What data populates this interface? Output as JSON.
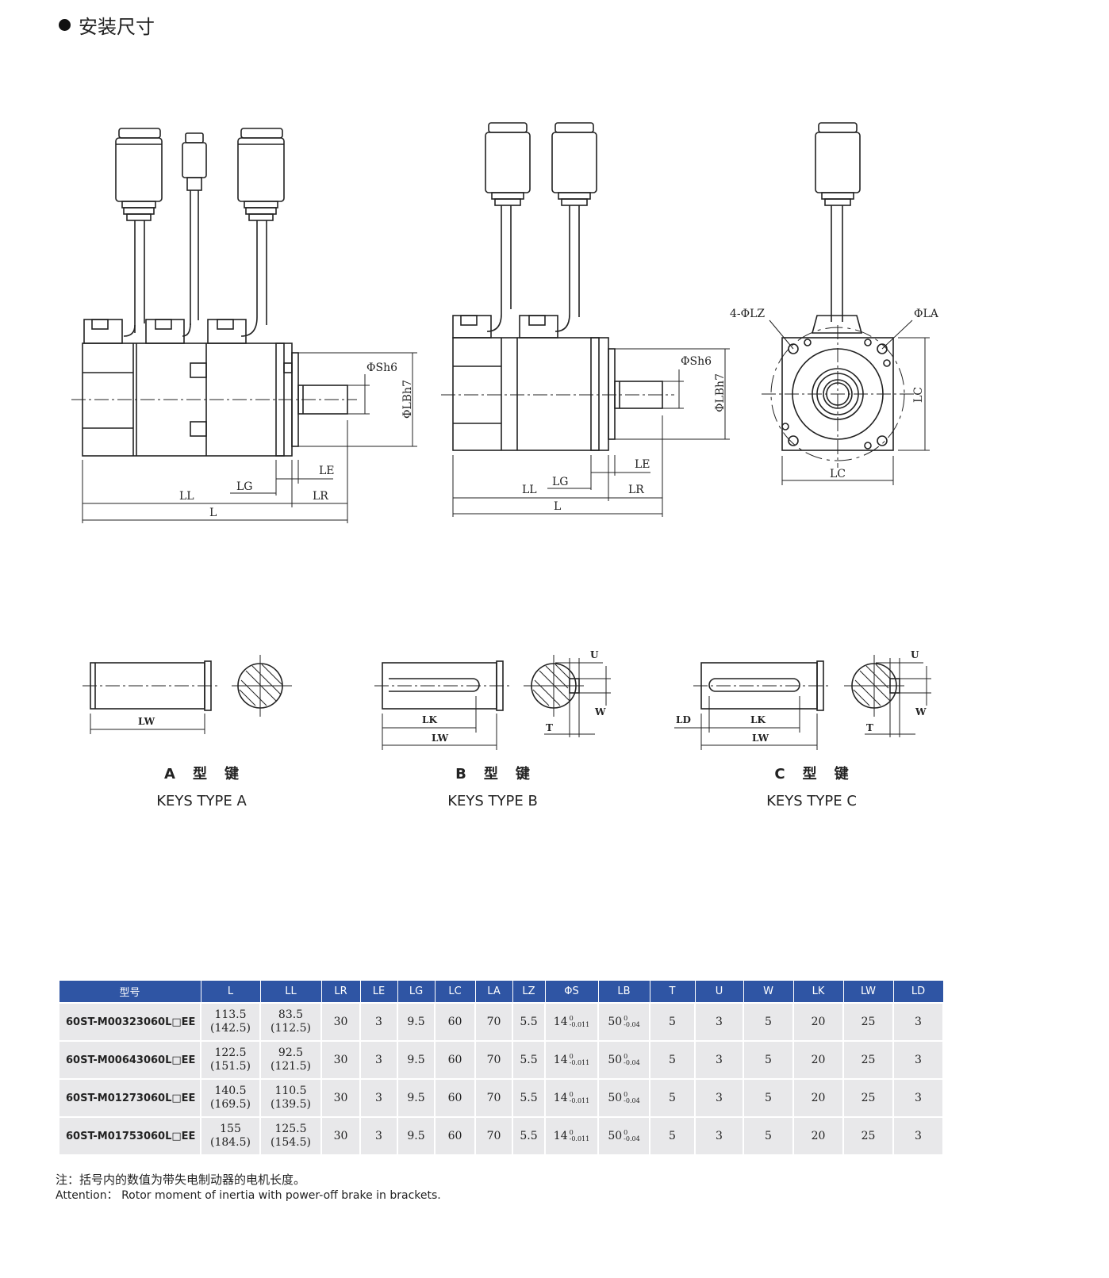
{
  "header": {
    "title": "安装尺寸"
  },
  "drawing_labels": {
    "sh6": "ΦSh6",
    "lbh7": "ΦLBh7",
    "le": "LE",
    "lg": "LG",
    "ll": "LL",
    "lr": "LR",
    "l": "L",
    "lz": "4-ΦLZ",
    "la": "ΦLA",
    "lc": "LC",
    "lw": "LW",
    "lk": "LK",
    "u": "U",
    "t": "T",
    "w": "W",
    "ld": "LD"
  },
  "keys": [
    {
      "cn": "A型键",
      "en": "KEYS TYPE A"
    },
    {
      "cn": "B型键",
      "en": "KEYS TYPE B"
    },
    {
      "cn": "C型键",
      "en": "KEYS TYPE C"
    }
  ],
  "table": {
    "headers": [
      "型号",
      "L",
      "LL",
      "LR",
      "LE",
      "LG",
      "LC",
      "LA",
      "LZ",
      "ΦS",
      "LB",
      "T",
      "U",
      "W",
      "LK",
      "LW",
      "LD"
    ],
    "rows": [
      {
        "model": "60ST-M00323060L□EE",
        "l1": "113.5",
        "l2": "(142.5)",
        "ll1": "83.5",
        "ll2": "(112.5)",
        "lr": "30",
        "le": "3",
        "lg": "9.5",
        "lc": "60",
        "la": "70",
        "lz": "5.5",
        "s": "14",
        "s_up": "0",
        "s_lo": "-0.011",
        "lb": "50",
        "lb_up": "0",
        "lb_lo": "-0.04",
        "t": "5",
        "u": "3",
        "w": "5",
        "lk": "20",
        "lw": "25",
        "ld": "3"
      },
      {
        "model": "60ST-M00643060L□EE",
        "l1": "122.5",
        "l2": "(151.5)",
        "ll1": "92.5",
        "ll2": "(121.5)",
        "lr": "30",
        "le": "3",
        "lg": "9.5",
        "lc": "60",
        "la": "70",
        "lz": "5.5",
        "s": "14",
        "s_up": "0",
        "s_lo": "-0.011",
        "lb": "50",
        "lb_up": "0",
        "lb_lo": "-0.04",
        "t": "5",
        "u": "3",
        "w": "5",
        "lk": "20",
        "lw": "25",
        "ld": "3"
      },
      {
        "model": "60ST-M01273060L□EE",
        "l1": "140.5",
        "l2": "(169.5)",
        "ll1": "110.5",
        "ll2": "(139.5)",
        "lr": "30",
        "le": "3",
        "lg": "9.5",
        "lc": "60",
        "la": "70",
        "lz": "5.5",
        "s": "14",
        "s_up": "0",
        "s_lo": "-0.011",
        "lb": "50",
        "lb_up": "0",
        "lb_lo": "-0.04",
        "t": "5",
        "u": "3",
        "w": "5",
        "lk": "20",
        "lw": "25",
        "ld": "3"
      },
      {
        "model": "60ST-M01753060L□EE",
        "l1": "155",
        "l2": "(184.5)",
        "ll1": "125.5",
        "ll2": "(154.5)",
        "lr": "30",
        "le": "3",
        "lg": "9.5",
        "lc": "60",
        "la": "70",
        "lz": "5.5",
        "s": "14",
        "s_up": "0",
        "s_lo": "-0.011",
        "lb": "50",
        "lb_up": "0",
        "lb_lo": "-0.04",
        "t": "5",
        "u": "3",
        "w": "5",
        "lk": "20",
        "lw": "25",
        "ld": "3"
      }
    ]
  },
  "notes": {
    "cn": "注：括号内的数值为带失电制动器的电机长度。",
    "en": "Attention：  Rotor moment of inertia with power-off brake in brackets."
  }
}
